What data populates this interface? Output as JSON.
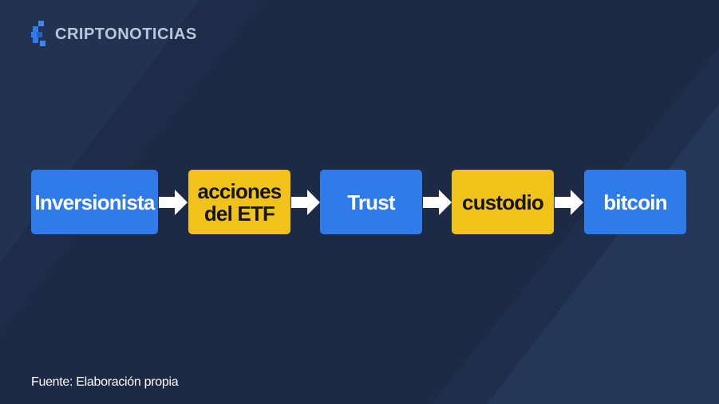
{
  "brand": {
    "name": "CRIPTONOTICIAS",
    "logo_icon": "criptonoticias-logo-icon"
  },
  "colors": {
    "background": "#1c2a45",
    "blue_box": "#2f7bea",
    "yellow_box": "#f1c21a",
    "arrow": "#ffffff"
  },
  "flow": {
    "nodes": [
      {
        "label": "Inversionista",
        "color": "blue"
      },
      {
        "label": "acciones\ndel ETF",
        "color": "yellow"
      },
      {
        "label": "Trust",
        "color": "blue"
      },
      {
        "label": "custodio",
        "color": "yellow"
      },
      {
        "label": "bitcoin",
        "color": "blue"
      }
    ],
    "connector_icon": "arrow-right-icon"
  },
  "footer": {
    "source": "Fuente: Elaboración propia"
  }
}
